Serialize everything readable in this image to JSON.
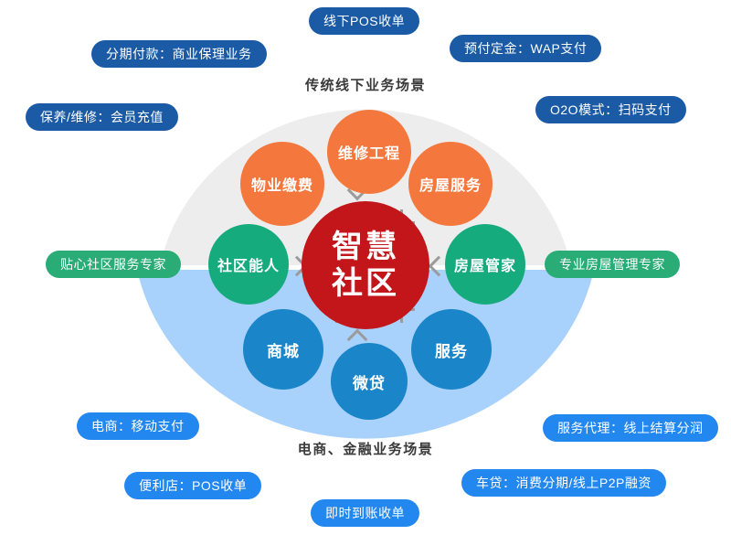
{
  "diagram": {
    "title": "智慧社区",
    "center": {
      "label_line1": "智慧",
      "label_line2": "社区",
      "color": "#c2161b"
    },
    "sectors": [
      {
        "id": "offline",
        "caption": "传统线下业务场景",
        "fan_color": "#ededed",
        "node_color": "#f4783d"
      },
      {
        "id": "ecommerce-finance",
        "caption": "电商、金融业务场景",
        "fan_color": "#a8d1fb",
        "node_color": "#1a85c8"
      }
    ],
    "nodes": {
      "top_left": "物业缴费",
      "top_center": "维修工程",
      "top_right": "房屋服务",
      "left": "社区能人",
      "right": "房屋管家",
      "bottom_left": "商城",
      "bottom_center": "微贷",
      "bottom_right": "服务"
    },
    "side_labels": {
      "left": "贴心社区服务专家",
      "right": "专业房屋管理专家"
    },
    "top_tags": [
      "分期付款：商业保理业务",
      "线下POS收单",
      "预付定金：WAP支付",
      "保养/维修：会员充值",
      "O2O模式：扫码支付"
    ],
    "bottom_tags": [
      "电商：移动支付",
      "便利店：POS收单",
      "即时到账收单",
      "服务代理：线上结算分润",
      "车贷：消费分期/线上P2P融资"
    ],
    "colors": {
      "tag_top": "#1b5aa4",
      "tag_bottom": "#2387f0",
      "tag_side": "#2aac76",
      "orange_node": "#f4783d",
      "green_node": "#16ab7d",
      "blue_node": "#1a85c8",
      "center_node": "#c2161b",
      "fan_top": "#ededed",
      "fan_bottom": "#a8d1fb",
      "arrow": "#9b9b9b"
    }
  }
}
